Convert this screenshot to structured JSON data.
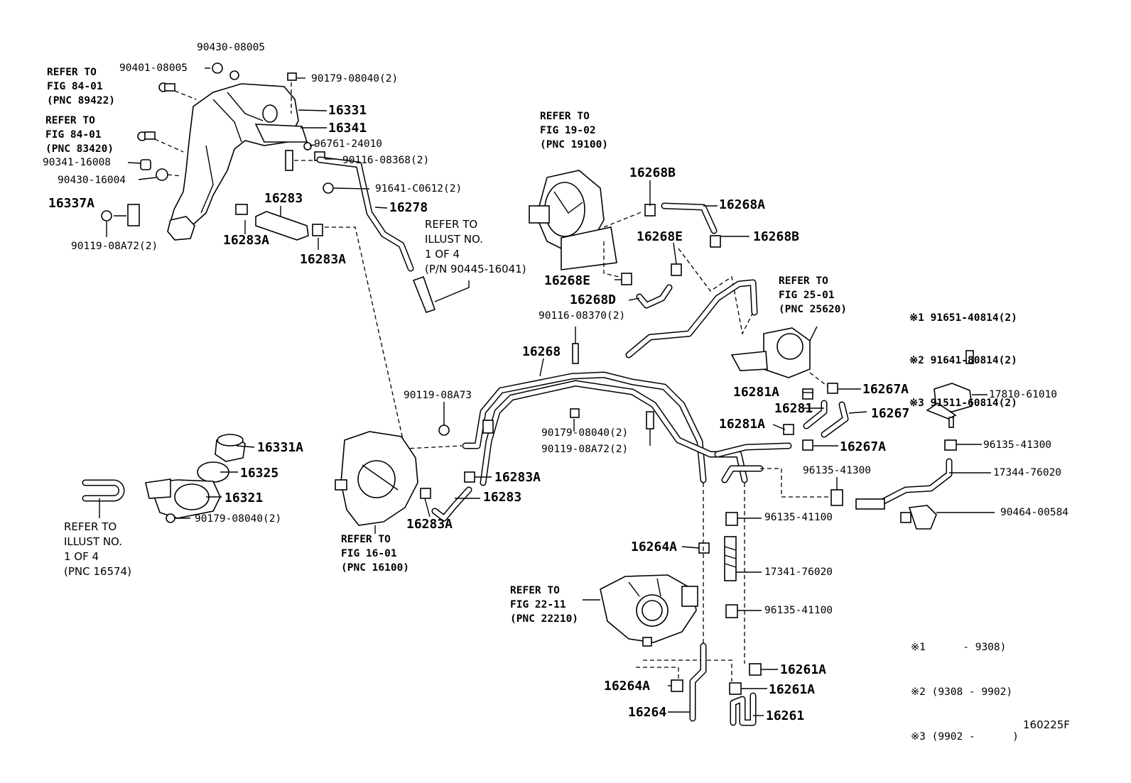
{
  "diagram_id": "160225F",
  "labels": {
    "p90430_08005": "90430-08005",
    "p90401_08005": "90401-08005",
    "p90179_08040_top": "90179-08040(2)",
    "p16331": "16331",
    "p16341": "16341",
    "p96761_24010": "96761-24010",
    "p90116_08368": "90116-08368(2)",
    "p91641_c0612": "91641-C0612(2)",
    "p16278": "16278",
    "p90341_16008": "90341-16008",
    "p90430_16004": "90430-16004",
    "p16337a": "16337A",
    "p90119_08a72_left": "90119-08A72(2)",
    "p16283_top": "16283",
    "p16283a_1": "16283A",
    "p16283a_2": "16283A",
    "p16268b_1": "16268B",
    "p16268a": "16268A",
    "p16268e_1": "16268E",
    "p16268b_2": "16268B",
    "p16268e_2": "16268E",
    "p16268d": "16268D",
    "p90116_08370": "90116-08370(2)",
    "p16268": "16268",
    "p90119_08a73": "90119-08A73",
    "p90179_08040_mid": "90179-08040(2)",
    "p90119_08a72_mid": "90119-08A72(2)",
    "p16281a_1": "16281A",
    "p16267a_1": "16267A",
    "p16281": "16281",
    "p16267": "16267",
    "p16281a_2": "16281A",
    "p16267a_2": "16267A",
    "p17810_61010": "17810-61010",
    "p96135_41300_r": "96135-41300",
    "p96135_41300_c": "96135-41300",
    "p17344_76020": "17344-76020",
    "p90464_00584": "90464-00584",
    "p96135_41100_1": "96135-41100",
    "p17341_76020": "17341-76020",
    "p96135_41100_2": "96135-41100",
    "p16331a": "16331A",
    "p16325": "16325",
    "p16321": "16321",
    "p90179_08040_low": "90179-08040(2)",
    "p16283_low": "16283",
    "p16283a_3": "16283A",
    "p16283a_4": "16283A",
    "p16264a_1": "16264A",
    "p16264a_2": "16264A",
    "p16264": "16264",
    "p16261a_1": "16261A",
    "p16261a_2": "16261A",
    "p16261": "16261"
  },
  "references": {
    "fig84_89422": [
      "REFER TO",
      "FIG 84-01",
      "(PNC 89422)"
    ],
    "fig84_83420": [
      "REFER TO",
      "FIG 84-01",
      "(PNC 83420)"
    ],
    "fig19": [
      "REFER TO",
      "FIG 19-02",
      "(PNC 19100)"
    ],
    "illust_90445": [
      "REFER TO",
      "ILLUST NO.",
      "1 OF 4",
      "(P/N 90445-16041)"
    ],
    "fig25": [
      "REFER TO",
      "FIG 25-01",
      "(PNC 25620)"
    ],
    "illust_16574": [
      "REFER TO",
      "ILLUST NO.",
      "1 OF 4",
      "(PNC 16574)"
    ],
    "fig16": [
      "REFER TO",
      "FIG 16-01",
      "(PNC 16100)"
    ],
    "fig22": [
      "REFER TO",
      "FIG 22-11",
      "(PNC 22210)"
    ]
  },
  "variants_top": [
    "※1 91651-40814(2)",
    "※2 91641-80814(2)",
    "※3 91511-60814(2)"
  ],
  "variants_dates": [
    "※1      - 9308)",
    "※2 (9308 - 9902)",
    "※3 (9902 -      )"
  ]
}
